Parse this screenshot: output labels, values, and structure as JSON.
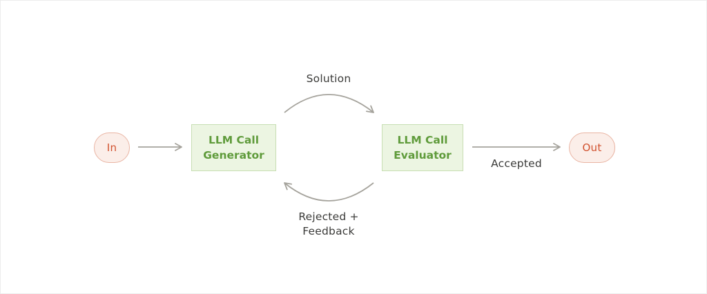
{
  "nodes": {
    "input": "In",
    "output": "Out",
    "generator": {
      "line1": "LLM Call",
      "line2": "Generator"
    },
    "evaluator": {
      "line1": "LLM Call",
      "line2": "Evaluator"
    }
  },
  "edges": {
    "solution": "Solution",
    "accepted": "Accepted",
    "rejected": {
      "line1": "Rejected +",
      "line2": "Feedback"
    }
  },
  "colors": {
    "terminal_fill": "#fbeee9",
    "terminal_border": "#e9b4a3",
    "terminal_text": "#d1512e",
    "box_fill": "#ecf5e2",
    "box_border": "#c7deb3",
    "box_text": "#5f9b3b",
    "arrow": "#a5a39c",
    "label_text": "#3a3a38"
  }
}
